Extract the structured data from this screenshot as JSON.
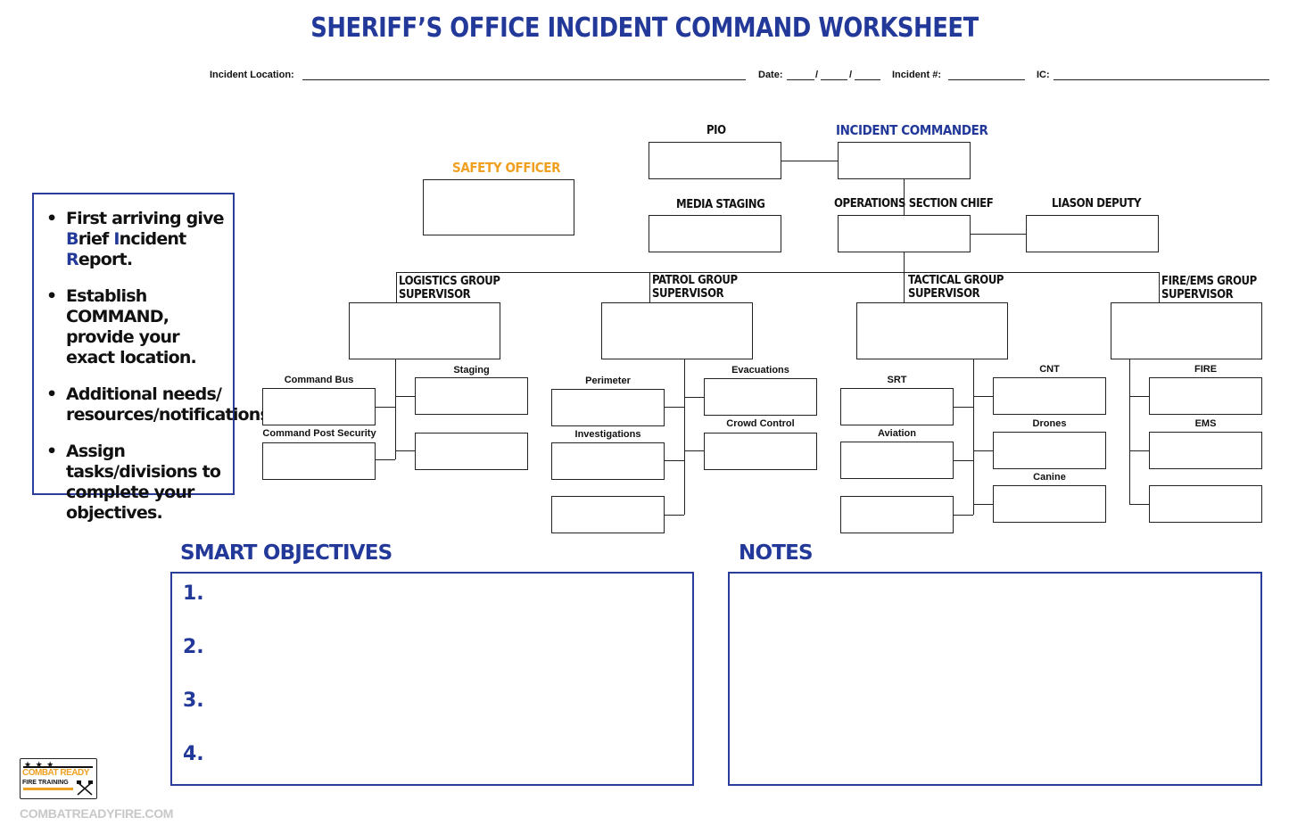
{
  "title": "SHERIFF’S OFFICE INCIDENT COMMAND WORKSHEET",
  "header": {
    "location_label": "Incident Location:",
    "date_label": "Date:",
    "date_sep": "/",
    "incident_label": "Incident #:",
    "ic_label": "IC:"
  },
  "colors": {
    "brand_blue": "#23399a",
    "safety_orange": "#f0a020"
  },
  "tips": [
    {
      "parts": [
        "First arriving give ",
        "B",
        "rief ",
        "I",
        "ncident ",
        "R",
        "eport."
      ]
    },
    {
      "text": "Establish COMMAND, provide your exact location."
    },
    {
      "text": "Additional needs/ resources/notifications."
    },
    {
      "text": "Assign tasks/divisions to complete your objectives."
    }
  ],
  "chart": {
    "pio": "PIO",
    "incident_commander": "INCIDENT COMMANDER",
    "safety_officer": "SAFETY OFFICER",
    "media_staging": "MEDIA STAGING",
    "ops_chief": "OPERATIONS SECTION CHIEF",
    "liason": "LIASON DEPUTY",
    "logistics": [
      "LOGISTICS GROUP",
      "SUPERVISOR"
    ],
    "patrol": [
      "PATROL GROUP",
      "SUPERVISOR"
    ],
    "tactical": [
      "TACTICAL GROUP",
      "SUPERVISOR"
    ],
    "fire_ems": [
      "FIRE/EMS GROUP",
      "SUPERVISOR"
    ],
    "command_bus": "Command Bus",
    "staging": "Staging",
    "command_post_security": "Command Post Security",
    "perimeter": "Perimeter",
    "evacuations": "Evacuations",
    "investigations": "Investigations",
    "crowd_control": "Crowd Control",
    "srt": "SRT",
    "cnt": "CNT",
    "aviation": "Aviation",
    "drones": "Drones",
    "canine": "Canine",
    "fire": "FIRE",
    "ems": "EMS"
  },
  "objectives": {
    "heading": "SMART OBJECTIVES",
    "items": [
      "1.",
      "2.",
      "3.",
      "4."
    ]
  },
  "notes": {
    "heading": "NOTES"
  },
  "logo": {
    "line1": "COMBAT READY",
    "line2": "FIRE TRAINING",
    "stars": "★ ★ ★"
  },
  "footer_url": "COMBATREADYFIRE.COM"
}
